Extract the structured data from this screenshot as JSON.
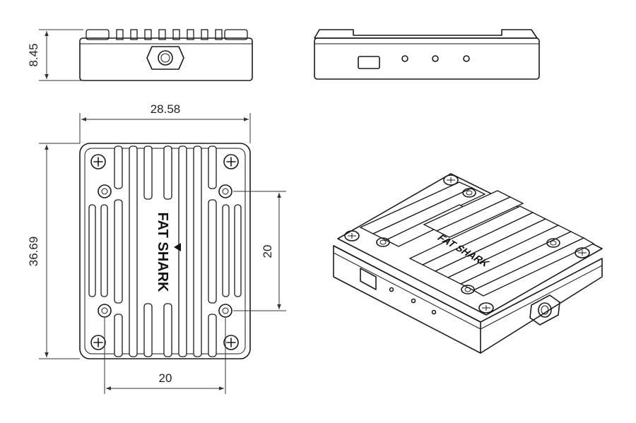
{
  "dimensions": {
    "height_side": "8.45",
    "width_top": "28.58",
    "length_left": "36.69",
    "hole_spacing_vertical": "20",
    "hole_spacing_horizontal": "20"
  },
  "logo": {
    "text": "FAT SHARK"
  },
  "colors": {
    "line": "#1a1a1a",
    "background": "#ffffff"
  }
}
